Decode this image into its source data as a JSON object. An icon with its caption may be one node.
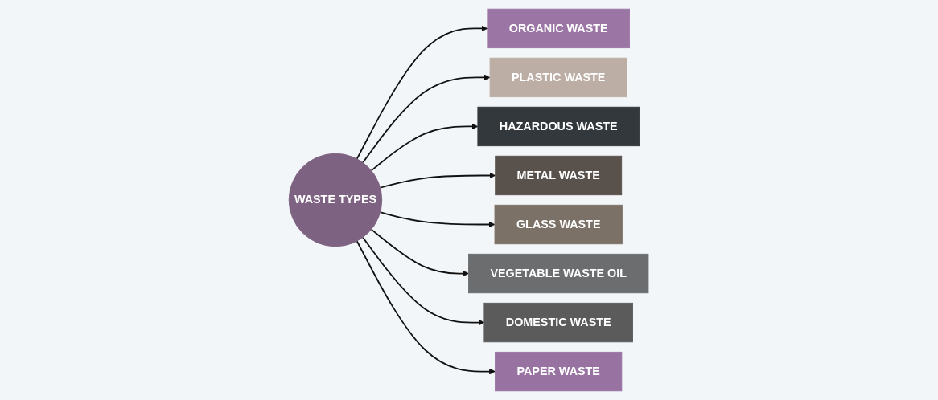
{
  "diagram": {
    "nodes": [
      {
        "text": [
          "WASTE TYPES"
        ]
      },
      {
        "text": [
          "ORGANIC WASTE"
        ]
      },
      {
        "text": [
          "PLASTIC WASTE"
        ]
      },
      {
        "text": [
          "HAZARDOUS WASTE"
        ]
      },
      {
        "text": [
          "METAL WASTE"
        ]
      },
      {
        "text": [
          "GLASS WASTE"
        ]
      },
      {
        "text": [
          "VEGETABLE WASTE OIL"
        ]
      },
      {
        "text": [
          "DOMESTIC WASTE"
        ]
      },
      {
        "text": [
          "PAPER WASTE"
        ]
      }
    ],
    "edges": [
      {
        "from": 0,
        "to": 1,
        "arrow": "to"
      },
      {
        "from": 0,
        "to": 2,
        "arrow": "to"
      },
      {
        "from": 0,
        "to": 3,
        "arrow": "to"
      },
      {
        "from": 0,
        "to": 4,
        "arrow": "to"
      },
      {
        "from": 0,
        "to": 5,
        "arrow": "to"
      },
      {
        "from": 0,
        "to": 6,
        "arrow": "to"
      },
      {
        "from": 0,
        "to": 7,
        "arrow": "to"
      },
      {
        "from": 0,
        "to": 8,
        "arrow": "to"
      }
    ]
  }
}
